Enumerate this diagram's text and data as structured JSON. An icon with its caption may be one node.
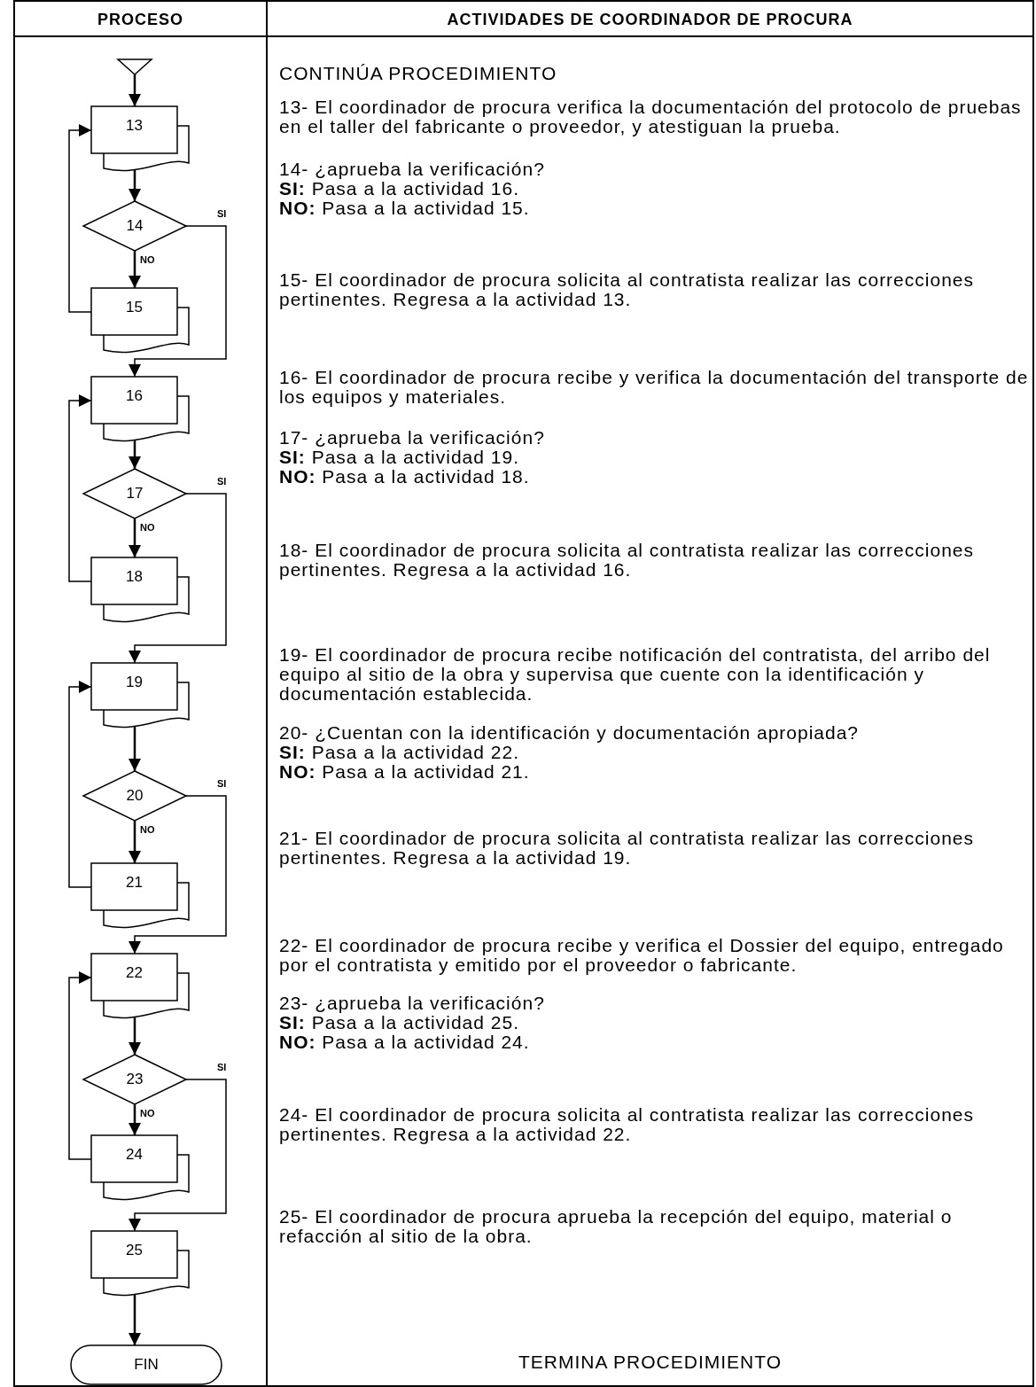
{
  "diagram": {
    "nodes": [
      {
        "text": [],
        "shape": "triangle"
      },
      {
        "text": [
          "13"
        ]
      },
      {
        "text": [
          "14"
        ]
      },
      {
        "text": [
          "15"
        ]
      },
      {
        "text": [
          "16"
        ]
      },
      {
        "text": [
          "17"
        ]
      },
      {
        "text": [
          "18"
        ]
      },
      {
        "text": [
          "19"
        ]
      },
      {
        "text": [
          "20"
        ]
      },
      {
        "text": [
          "21"
        ]
      },
      {
        "text": [
          "22"
        ]
      },
      {
        "text": [
          "23"
        ]
      },
      {
        "text": [
          "24"
        ]
      },
      {
        "text": [
          "25"
        ]
      },
      {
        "text": [
          "FIN"
        ]
      }
    ],
    "edges": [
      {
        "from": 0,
        "to": 1,
        "arrow": "to"
      },
      {
        "from": 1,
        "to": 2,
        "arrow": "to"
      },
      {
        "from": 2,
        "to": 3,
        "arrow": "to",
        "label": "NO"
      },
      {
        "from": 3,
        "to": 1,
        "arrow": "to"
      },
      {
        "from": 2,
        "to": 4,
        "arrow": "to",
        "label": "SI"
      },
      {
        "from": 4,
        "to": 5,
        "arrow": "to"
      },
      {
        "from": 5,
        "to": 6,
        "arrow": "to",
        "label": "NO"
      },
      {
        "from": 6,
        "to": 4,
        "arrow": "to"
      },
      {
        "from": 5,
        "to": 7,
        "arrow": "to",
        "label": "SI"
      },
      {
        "from": 7,
        "to": 8,
        "arrow": "to"
      },
      {
        "from": 8,
        "to": 9,
        "arrow": "to",
        "label": "NO"
      },
      {
        "from": 9,
        "to": 7,
        "arrow": "to"
      },
      {
        "from": 8,
        "to": 10,
        "arrow": "to",
        "label": "SI"
      },
      {
        "from": 10,
        "to": 11,
        "arrow": "to"
      },
      {
        "from": 11,
        "to": 12,
        "arrow": "to",
        "label": "NO"
      },
      {
        "from": 12,
        "to": 10,
        "arrow": "to"
      },
      {
        "from": 11,
        "to": 13,
        "arrow": "to",
        "label": "SI"
      },
      {
        "from": 13,
        "to": 14,
        "arrow": "to"
      }
    ],
    "labels": [
      "PROCESO",
      "ACTIVIDADES DE COORDINADOR DE PROCURA",
      "CONTINÚA PROCEDIMIENTO",
      "13- El coordinador de procura verifica la documentación del protocolo de pruebas en el taller del fabricante o proveedor, y atestiguan la prueba.",
      "14- ¿aprueba la verificación?",
      "**SI:** Pasa a la actividad 16.",
      "**NO:** Pasa a la actividad 15.",
      "15- El coordinador de procura solicita al contratista realizar las correcciones pertinentes. Regresa a la actividad 13.",
      "16- El coordinador de procura recibe y verifica la documentación del transporte de los equipos y materiales.",
      "17- ¿aprueba la verificación?",
      "**SI:** Pasa a la actividad 19.",
      "**NO:** Pasa a la actividad 18.",
      "18- El coordinador de procura solicita al contratista realizar las correcciones pertinentes. Regresa a la actividad 16.",
      "19- El coordinador de procura recibe notificación del contratista, del arribo del equipo al sitio de la obra y supervisa que cuente con la identificación y documentación establecida.",
      "20- ¿Cuentan con la identificación y documentación apropiada?",
      "**SI:** Pasa a la actividad 22.",
      "**NO:** Pasa a la actividad 21.",
      "21- El coordinador de procura solicita al contratista realizar las correcciones pertinentes. Regresa a la actividad 19.",
      "22- El coordinador de procura recibe y verifica el Dossier del equipo, entregado por el contratista y emitido por el proveedor o fabricante.",
      "23- ¿aprueba la verificación?",
      "**SI:** Pasa a la actividad 25.",
      "**NO:** Pasa a la actividad 24.",
      "24- El coordinador de procura solicita al contratista realizar las correcciones pertinentes. Regresa a la actividad 22.",
      "25- El coordinador de procura aprueba la recepción del equipo, material o refacción al sitio de la obra.",
      "TERMINA PROCEDIMIENTO"
    ]
  }
}
